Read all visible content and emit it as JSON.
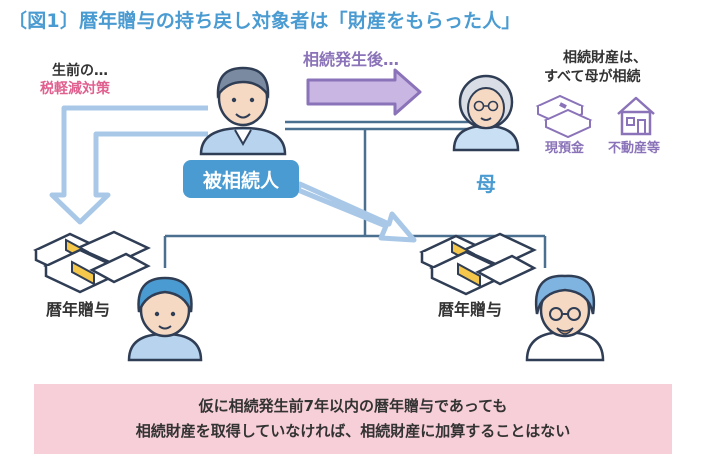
{
  "title": "〔図1〕暦年贈与の持ち戻し対象者は「財産をもらった人」",
  "deceased": {
    "label": "被相続人",
    "note_line1": "生前の…",
    "note_line2": "税軽減対策"
  },
  "inheritance_arrow_label": "相続発生後…",
  "mother": {
    "label": "母",
    "note_line1": "相続財産は、",
    "note_line2": "すべて母が相続",
    "asset1": "現預金",
    "asset2": "不動産等"
  },
  "gift_left": "暦年贈与",
  "gift_right": "暦年贈与",
  "footer": {
    "line1": "仮に相続発生前7年以内の暦年贈与であっても",
    "line2": "相続財産を取得していなければ、相続財産に加算することはない"
  },
  "colors": {
    "accent_blue": "#4a9bd1",
    "light_blue": "#a9c8e8",
    "pink": "#e0608f",
    "purple": "#8a73b8",
    "footer_bg": "#f7cfd8"
  }
}
